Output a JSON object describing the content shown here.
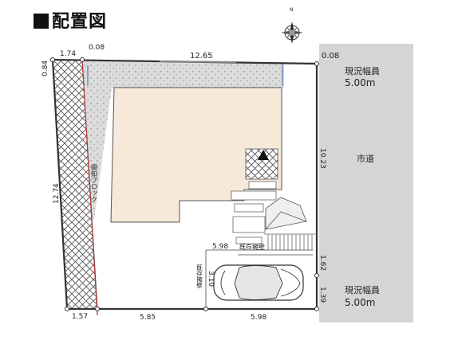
{
  "title": "配置図",
  "compass": {
    "north": "N"
  },
  "dimensions": {
    "top_left_small": "1.74",
    "top_gap": "0.08",
    "top_main": "12.65",
    "top_right": "0.08",
    "left_top": "0.84",
    "left_side": "12.74",
    "right_side": "10.23",
    "right_lower": "1.62",
    "right_bottom": "1.39",
    "bottom_left": "1.57",
    "bottom_mid": "5.85",
    "bottom_right": "5.98",
    "parking_width": "5.98",
    "parking_depth": "3.10"
  },
  "labels": {
    "road_width_top_title": "現況幅員",
    "road_width_top_value": "5.00m",
    "road_width_bottom_title": "現況幅員",
    "road_width_bottom_value": "5.00m",
    "city_road": "市道",
    "neighbor_fence": "間知ブロック",
    "existing_wall_top": "既存擁壁",
    "existing_wall_left": "既存擁壁"
  },
  "colors": {
    "house": "#f7e9da",
    "garden": "#dcdcdc",
    "road": "#d5d5d5",
    "hatch": "#555555",
    "boundary": "#333333",
    "accent_line": "#b33a3a",
    "water_edge": "#3c63b5"
  }
}
